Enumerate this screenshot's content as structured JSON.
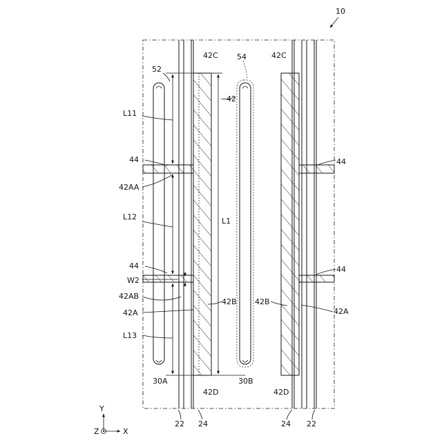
{
  "labels": {
    "ref_10": "10",
    "ref_52": "52",
    "ref_54": "54",
    "ref_42C_left": "42C",
    "ref_42C_right": "42C",
    "ref_42_top": "42",
    "ref_L11": "L11",
    "ref_44_left_top": "44",
    "ref_44_right_top": "44",
    "ref_42AA": "42AA",
    "ref_L12": "L12",
    "ref_L1": "L1",
    "ref_44_left_bottom": "44",
    "ref_44_right_bottom": "44",
    "ref_W2": "W2",
    "ref_42AB": "42AB",
    "ref_42B_center": "42B",
    "ref_42B_right": "42B",
    "ref_42A_left": "42A",
    "ref_42A_right": "42A",
    "ref_L13": "L13",
    "ref_30A": "30A",
    "ref_30B": "30B",
    "ref_42D_left": "42D",
    "ref_42D_right": "42D",
    "ref_22_left": "22",
    "ref_24_left": "24",
    "ref_24_right": "24",
    "ref_22_right": "22"
  },
  "axes": {
    "y": "Y",
    "x": "X",
    "z": "Z"
  }
}
